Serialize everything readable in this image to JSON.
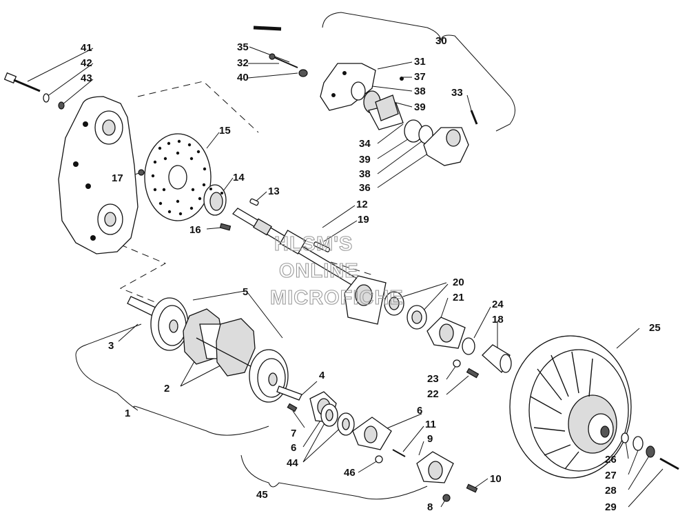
{
  "diagram": {
    "watermark": [
      "HLSM'S",
      "ONLINE",
      "MICROFICHE"
    ],
    "callouts": [
      "1",
      "2",
      "3",
      "4",
      "5",
      "6",
      "7",
      "8",
      "9",
      "10",
      "11",
      "12",
      "13",
      "14",
      "15",
      "16",
      "17",
      "18",
      "19",
      "20",
      "21",
      "22",
      "23",
      "24",
      "25",
      "26",
      "27",
      "28",
      "29",
      "30",
      "31",
      "32",
      "33",
      "34",
      "35",
      "36",
      "37",
      "38",
      "39",
      "40",
      "41",
      "42",
      "43",
      "44",
      "45",
      "46"
    ],
    "colors": {
      "ink": "#111111",
      "watermark": "#9a9a9a",
      "background": "#ffffff"
    }
  }
}
